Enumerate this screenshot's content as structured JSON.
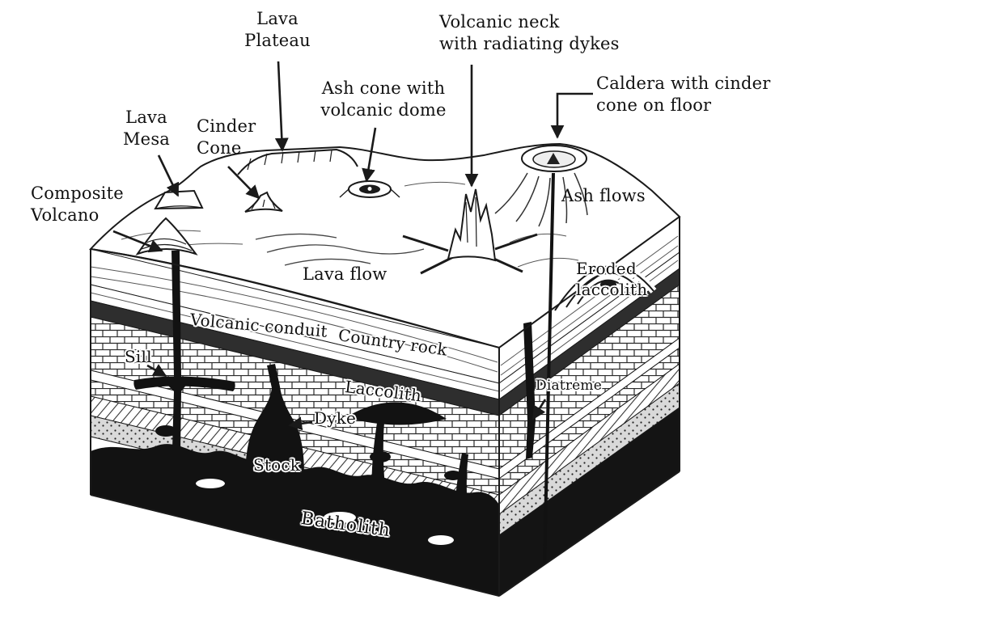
{
  "diagram": {
    "labels": {
      "lava_plateau": "Lava\nPlateau",
      "volcanic_neck": "Volcanic neck\nwith radiating dykes",
      "ash_cone": "Ash cone with\nvolcanic dome",
      "caldera": "Caldera with cinder\ncone on floor",
      "lava_mesa": "Lava\nMesa",
      "cinder_cone": "Cinder\nCone",
      "composite_volcano": "Composite\nVolcano",
      "ash_flows": "Ash flows",
      "lava_flow": "Lava flow",
      "eroded_laccolith": "Eroded\nlaccolith",
      "volcanic_conduit": "Volcanic conduit",
      "country_rock": "Country rock",
      "sill": "Sill",
      "laccolith": "Laccolith",
      "diatreme": "Diatreme",
      "dyke": "Dyke",
      "stock": "Stock",
      "batholith": "Batholith"
    },
    "colors": {
      "ink": "#1a1a1a",
      "paper": "#ffffff",
      "dark_stratum": "#2e2e2e",
      "intrusion": "#121212"
    }
  }
}
